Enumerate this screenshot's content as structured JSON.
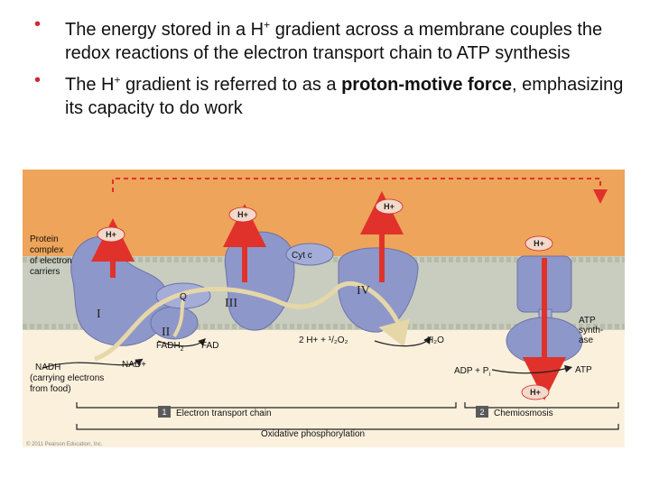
{
  "bullets": [
    {
      "text_before": "The energy stored in a H",
      "sup": "+",
      "text_after": " gradient across a membrane couples the redox reactions of the electron transport chain to ATP synthesis",
      "bold": "",
      "text_end": ""
    },
    {
      "text_before": "The H",
      "sup": "+",
      "text_after": " gradient is referred to as a ",
      "bold": "proton-motive force",
      "text_end": ", emphasizing its capacity to do work"
    }
  ],
  "colors": {
    "bullet": "#d2262e",
    "space": "#eea45a",
    "membrane": "#c9cdc0",
    "matrix": "#fbf0dc",
    "protein": "#8e97c9",
    "arrow_red": "#e0322a"
  },
  "diagram": {
    "protein_complex_label": [
      "Protein",
      "complex",
      "of electron",
      "carriers"
    ],
    "complex_I": "I",
    "complex_II": "II",
    "complex_III": "III",
    "complex_IV": "IV",
    "q": "Q",
    "cyt_c": "Cyt c",
    "h_plus": "H+",
    "fadh2": "FADH",
    "fadh2_sub": "2",
    "fad": "FAD",
    "nad_plus": "NAD+",
    "nadh": "NADH",
    "nadh_note": [
      "(carrying electrons",
      "from food)"
    ],
    "oxygen_reaction": "2 H+ + ¹/₂O₂",
    "water": "H₂O",
    "adp": "ADP + P",
    "adp_sub": "i",
    "atp": "ATP",
    "atp_synthase": [
      "ATP",
      "synth-",
      "ase"
    ],
    "step1_number": "1",
    "step1_label": "Electron transport chain",
    "step2_number": "2",
    "step2_label": "Chemiosmosis",
    "oxphos_label": "Oxidative phosphorylation",
    "copyright": "© 2011 Pearson Education, Inc."
  }
}
